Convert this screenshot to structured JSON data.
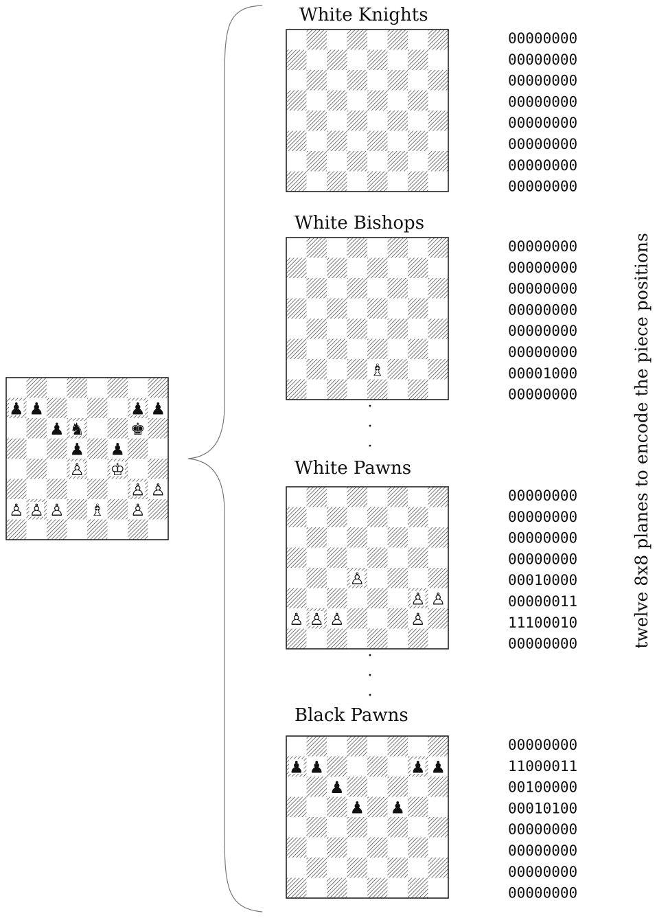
{
  "side_label": "twelve 8x8 planes to encode the piece positions",
  "glyphs": {
    "white_pawn": "♙",
    "white_bishop": "♗",
    "white_king": "♔",
    "black_pawn": "♟",
    "black_knight": "♞",
    "black_king": "♚"
  },
  "full_board": {
    "ranks": [
      "........",
      "pp....pp",
      "..pn..k.",
      "...p.p..",
      "...P.K..",
      "......PP",
      "PPP.B.P.",
      "........"
    ]
  },
  "planes": [
    {
      "title": "White Knights",
      "bits": [
        "00000000",
        "00000000",
        "00000000",
        "00000000",
        "00000000",
        "00000000",
        "00000000",
        "00000000"
      ],
      "piece_glyph": "white_knight"
    },
    {
      "title": "White Bishops",
      "bits": [
        "00000000",
        "00000000",
        "00000000",
        "00000000",
        "00000000",
        "00000000",
        "00001000",
        "00000000"
      ],
      "piece_glyph": "white_bishop"
    },
    {
      "title": "White Pawns",
      "bits": [
        "00000000",
        "00000000",
        "00000000",
        "00000000",
        "00010000",
        "00000011",
        "11100010",
        "00000000"
      ],
      "piece_glyph": "white_pawn"
    },
    {
      "title": "Black Pawns",
      "bits": [
        "00000000",
        "11000011",
        "00100000",
        "00010100",
        "00000000",
        "00000000",
        "00000000",
        "00000000"
      ],
      "piece_glyph": "black_pawn"
    }
  ],
  "ellipsis": "·"
}
